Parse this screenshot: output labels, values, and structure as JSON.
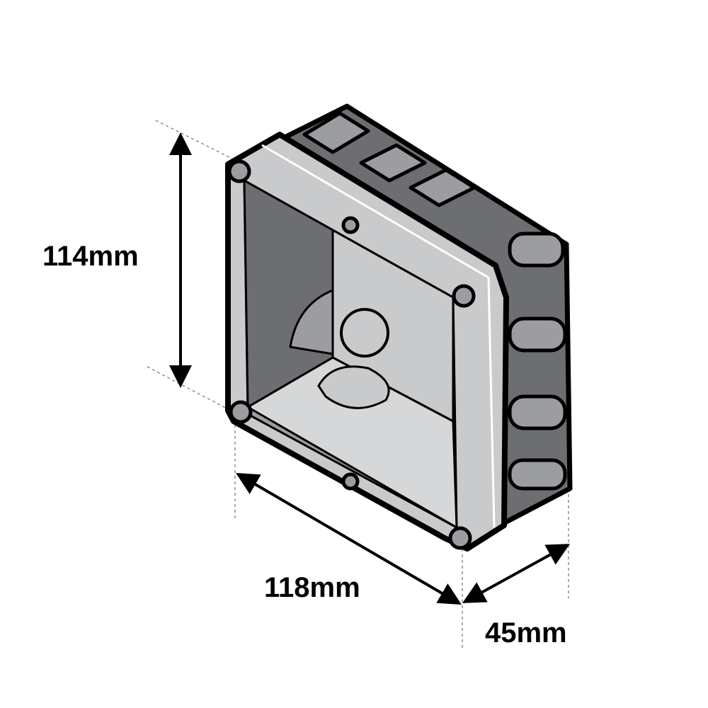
{
  "title": "Flush mounting box dimensions",
  "dimensions": {
    "height": "114mm",
    "width": "118mm",
    "depth": "45mm"
  },
  "colors": {
    "outline": "#000000",
    "face": "#c9cacc",
    "shadow": "#6d6e71",
    "mid": "#9c9da0",
    "light": "#e6e7e8"
  }
}
